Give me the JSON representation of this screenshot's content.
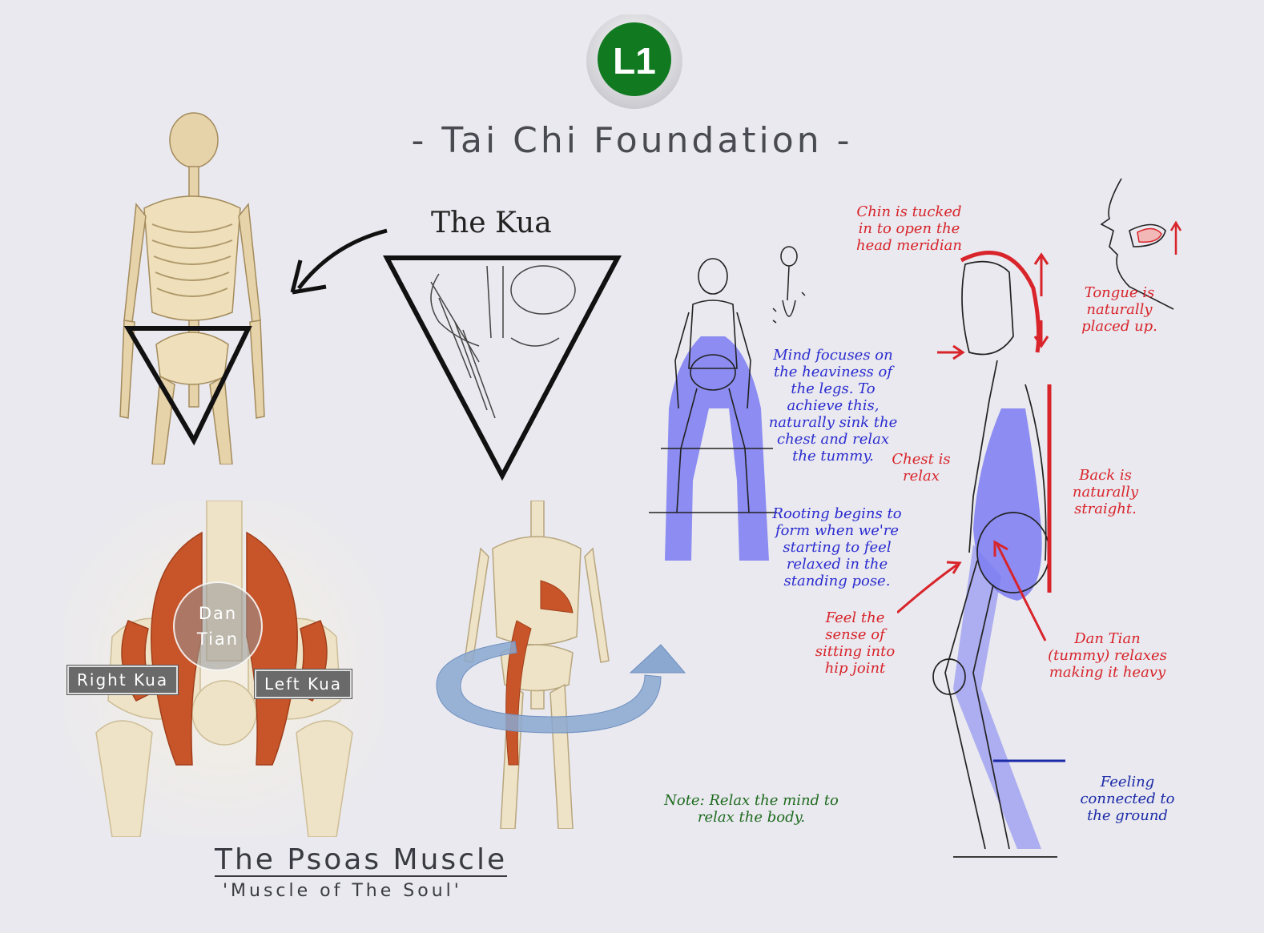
{
  "badge": {
    "label": "L1",
    "color": "#117a20"
  },
  "title": "- Tai Chi Foundation -",
  "kua": {
    "title": "The Kua"
  },
  "psoas": {
    "dan_tian": [
      "Dan",
      "Tian"
    ],
    "right_kua": "Right Kua",
    "left_kua": "Left Kua",
    "title": "The Psoas Muscle",
    "subtitle": "'Muscle of The Soul'"
  },
  "seated": {
    "mind": [
      "Mind focuses on",
      "the heaviness of",
      "the legs. To",
      "achieve this,",
      "naturally sink the",
      "chest and relax",
      "the tummy."
    ],
    "rooting": [
      "Rooting begins to",
      "form when we're",
      "starting to feel",
      "relaxed in the",
      "standing pose."
    ],
    "note": [
      "Note: Relax the mind to",
      "relax the body."
    ]
  },
  "standing": {
    "chin": [
      "Chin is tucked",
      "in to open the",
      "head meridian"
    ],
    "tongue": [
      "Tongue is",
      "naturally",
      "placed up."
    ],
    "chest": [
      "Chest is",
      "relax"
    ],
    "back": [
      "Back is",
      "naturally",
      "straight."
    ],
    "hip": [
      "Feel the",
      "sense of",
      "sitting into",
      "hip joint"
    ],
    "dantian": [
      "Dan Tian",
      "(tummy) relaxes",
      "making it heavy"
    ],
    "ground": [
      "Feeling",
      "connected to",
      "the ground"
    ]
  },
  "colors": {
    "red": "#d8242a",
    "blue_fill": "#7b7bf2",
    "note_blue": "#2b2bd0",
    "muscle": "#c8552a",
    "bone": "#e7d5ae"
  }
}
